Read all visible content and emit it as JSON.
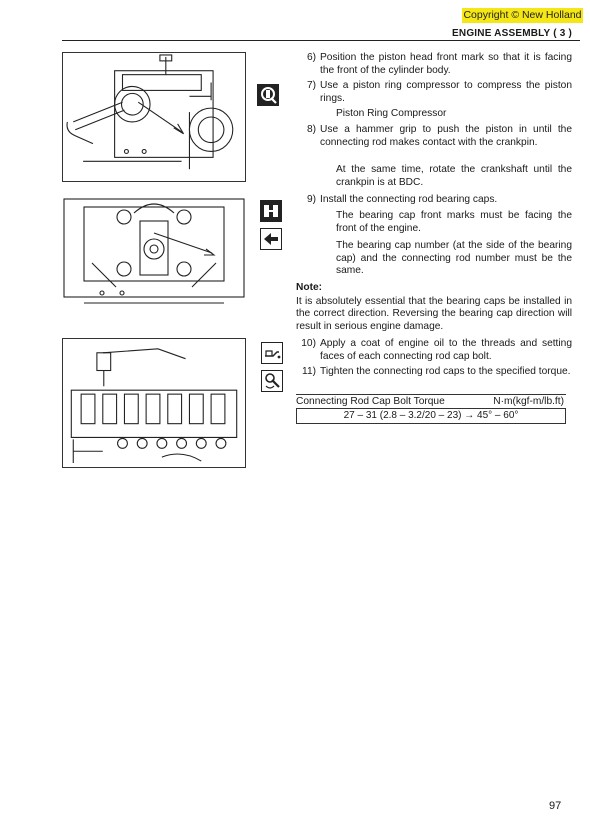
{
  "header": {
    "copyright": "Copyright © New Holland",
    "title": "ENGINE ASSEMBLY ( 3 )"
  },
  "icons": {
    "fig1_side": "special-tool-icon",
    "fig2_side_a": "install-icon",
    "fig2_side_b": "front-direction-icon",
    "fig3_side_a": "apply-oil-icon",
    "fig3_side_b": "torque-wrench-icon"
  },
  "steps": {
    "s6": {
      "num": "6)",
      "text": "Position the piston head front mark so that it is facing the front of the cylinder body."
    },
    "s7": {
      "num": "7)",
      "text": "Use a piston ring compressor to compress the piston rings."
    },
    "s7_sub": "Piston Ring Compressor",
    "s8": {
      "num": "8)",
      "text": "Use a hammer grip to push the piston in until the connecting rod makes contact with the crankpin."
    },
    "s8_sub": "At the same time, rotate the crankshaft until the crankpin is at BDC.",
    "s9": {
      "num": "9)",
      "text": "Install the connecting rod bearing caps."
    },
    "s9_sub1": "The bearing cap front marks must be facing the front of the engine.",
    "s9_sub2": "The bearing cap number (at the side of the bearing cap) and the connecting rod number must be the same.",
    "s10": {
      "num": "10)",
      "text": "Apply a coat of engine oil to the threads and setting faces of each connecting rod cap bolt."
    },
    "s11": {
      "num": "11)",
      "text": "Tighten the connecting rod caps to the specified torque."
    }
  },
  "note": {
    "heading": "Note:",
    "text": "It is absolutely essential that the bearing caps be installed in the correct direction. Reversing the bearing cap direction will result in serious engine damage."
  },
  "torque": {
    "label": "Connecting Rod Cap Bolt Torque",
    "unit": "N·m(kgf-m/lb.ft)",
    "value": "27 – 31 (2.8 – 3.2/20 – 23) → 45° – 60°"
  },
  "page_number": "97"
}
